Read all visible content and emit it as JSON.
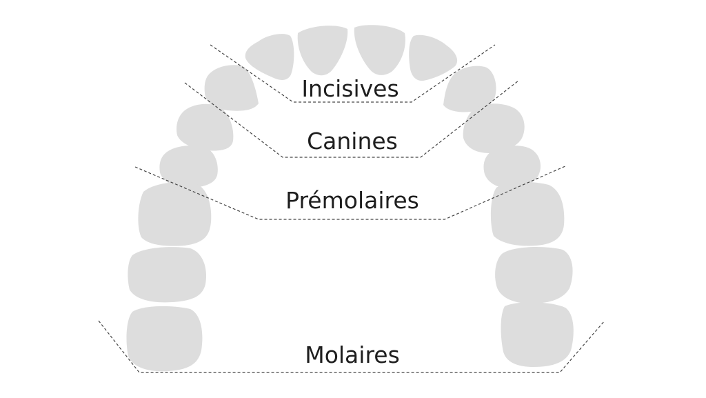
{
  "labels": {
    "incisors": "Incisives",
    "canines": "Canines",
    "premolars": "Prémolaires",
    "molars": "Molaires"
  },
  "colors": {
    "tooth": "#dddddd",
    "divider": "#444444",
    "text": "#1e1e1e",
    "background": "#ffffff"
  }
}
